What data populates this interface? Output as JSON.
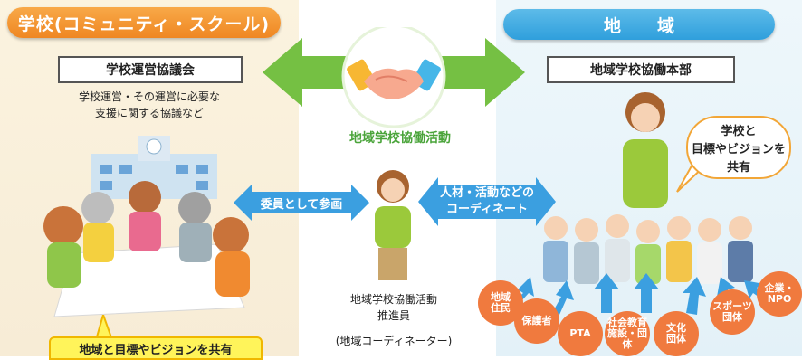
{
  "school": {
    "title": "学校(コミュニティ・スクール)",
    "council": "学校運営協議会",
    "council_desc": [
      "学校運営・その運営に必要な",
      "支援に関する協議など"
    ],
    "shared_vision": "地域と目標やビジョンを共有"
  },
  "community": {
    "title": "地域",
    "headquarters": "地域学校協働本部",
    "bubble": [
      "学校と",
      "目標やビジョンを",
      "共有"
    ],
    "groups": [
      {
        "label": [
          "地域",
          "住民"
        ]
      },
      {
        "label": [
          "保護者"
        ]
      },
      {
        "label": [
          "PTA"
        ]
      },
      {
        "label": [
          "社会教育",
          "施設・団体"
        ]
      },
      {
        "label": [
          "文化",
          "団体"
        ]
      },
      {
        "label": [
          "スポーツ",
          "団体"
        ]
      },
      {
        "label": [
          "企業・",
          "NPO"
        ]
      }
    ]
  },
  "center": {
    "activity": "地域学校協働活動",
    "participate": "委員として参画",
    "coordinate": [
      "人材・活動などの",
      "コーディネート"
    ],
    "promoter": [
      "地域学校協働活動",
      "推進員"
    ],
    "coordinator": "(地域コーディネーター)"
  },
  "colors": {
    "school": "#ef8722",
    "community": "#2f9fdc",
    "green_arrow": "#6fbf3f",
    "blue_arrow": "#3b9fe0",
    "badge": "#f07a3e"
  },
  "icons": [
    "handshake-icon",
    "school-building-icon",
    "meeting-people-icon",
    "person-icon",
    "community-members-icon"
  ]
}
